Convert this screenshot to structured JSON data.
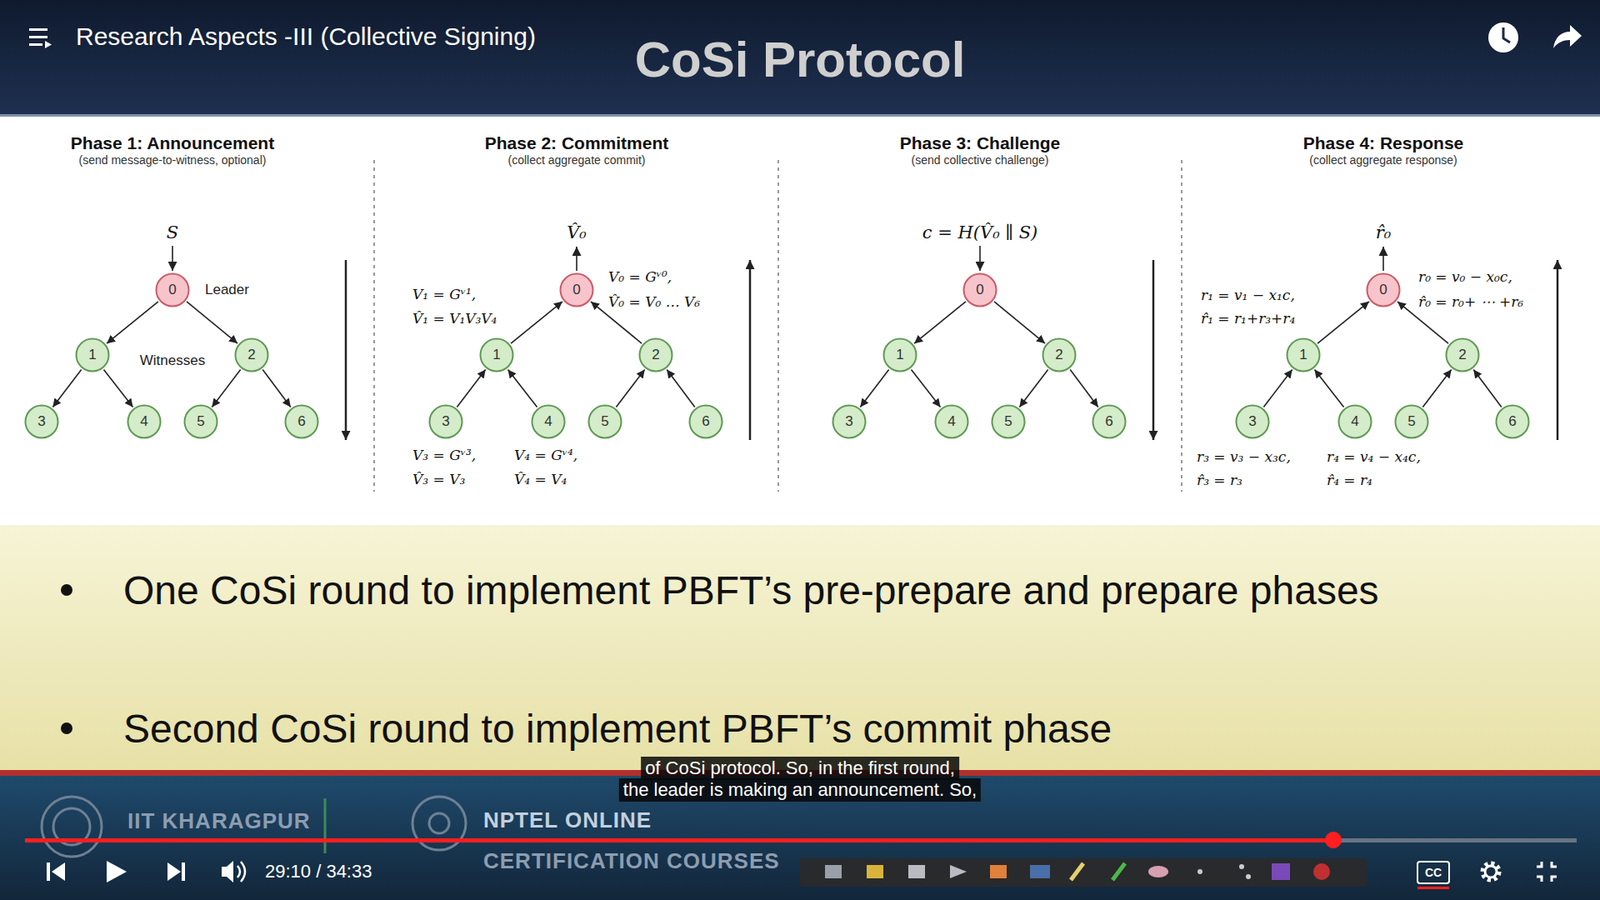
{
  "diagram": {
    "title": "CoSi Protocol",
    "nodes": [
      {
        "text": [
          "Phase 1: Announcement",
          "(send message-to-witness, optional)"
        ]
      },
      {
        "text": [
          "0"
        ],
        "in": 0
      },
      {
        "text": [
          "1"
        ],
        "in": 0
      },
      {
        "text": [
          "2"
        ],
        "in": 0
      },
      {
        "text": [
          "3"
        ],
        "in": 0
      },
      {
        "text": [
          "4"
        ],
        "in": 0
      },
      {
        "text": [
          "5"
        ],
        "in": 0
      },
      {
        "text": [
          "6"
        ],
        "in": 0
      },
      {
        "text": [
          "Phase 2: Commitment",
          "(collect aggregate commit)"
        ]
      },
      {
        "text": [
          "0"
        ],
        "in": 8
      },
      {
        "text": [
          "1"
        ],
        "in": 8
      },
      {
        "text": [
          "2"
        ],
        "in": 8
      },
      {
        "text": [
          "3"
        ],
        "in": 8
      },
      {
        "text": [
          "4"
        ],
        "in": 8
      },
      {
        "text": [
          "5"
        ],
        "in": 8
      },
      {
        "text": [
          "6"
        ],
        "in": 8
      },
      {
        "text": [
          "Phase 3: Challenge",
          "(send collective challenge)"
        ]
      },
      {
        "text": [
          "0"
        ],
        "in": 16
      },
      {
        "text": [
          "1"
        ],
        "in": 16
      },
      {
        "text": [
          "2"
        ],
        "in": 16
      },
      {
        "text": [
          "3"
        ],
        "in": 16
      },
      {
        "text": [
          "4"
        ],
        "in": 16
      },
      {
        "text": [
          "5"
        ],
        "in": 16
      },
      {
        "text": [
          "6"
        ],
        "in": 16
      },
      {
        "text": [
          "Phase 4: Response",
          "(collect aggregate response)"
        ]
      },
      {
        "text": [
          "0"
        ],
        "in": 24
      },
      {
        "text": [
          "1"
        ],
        "in": 24
      },
      {
        "text": [
          "2"
        ],
        "in": 24
      },
      {
        "text": [
          "3"
        ],
        "in": 24
      },
      {
        "text": [
          "4"
        ],
        "in": 24
      },
      {
        "text": [
          "5"
        ],
        "in": 24
      },
      {
        "text": [
          "6"
        ],
        "in": 24
      }
    ],
    "edges": [
      {
        "from": 1,
        "to": 2,
        "arrow": "to"
      },
      {
        "from": 1,
        "to": 3,
        "arrow": "to"
      },
      {
        "from": 2,
        "to": 4,
        "arrow": "to"
      },
      {
        "from": 2,
        "to": 5,
        "arrow": "to"
      },
      {
        "from": 3,
        "to": 6,
        "arrow": "to"
      },
      {
        "from": 3,
        "to": 7,
        "arrow": "to"
      },
      {
        "from": 10,
        "to": 9,
        "arrow": "to"
      },
      {
        "from": 11,
        "to": 9,
        "arrow": "to"
      },
      {
        "from": 12,
        "to": 10,
        "arrow": "to"
      },
      {
        "from": 13,
        "to": 10,
        "arrow": "to"
      },
      {
        "from": 14,
        "to": 11,
        "arrow": "to"
      },
      {
        "from": 15,
        "to": 11,
        "arrow": "to"
      },
      {
        "from": 17,
        "to": 18,
        "arrow": "to"
      },
      {
        "from": 17,
        "to": 19,
        "arrow": "to"
      },
      {
        "from": 18,
        "to": 20,
        "arrow": "to"
      },
      {
        "from": 18,
        "to": 21,
        "arrow": "to"
      },
      {
        "from": 19,
        "to": 22,
        "arrow": "to"
      },
      {
        "from": 19,
        "to": 23,
        "arrow": "to"
      },
      {
        "from": 26,
        "to": 25,
        "arrow": "to"
      },
      {
        "from": 27,
        "to": 25,
        "arrow": "to"
      },
      {
        "from": 28,
        "to": 26,
        "arrow": "to"
      },
      {
        "from": 29,
        "to": 26,
        "arrow": "to"
      },
      {
        "from": 30,
        "to": 27,
        "arrow": "to"
      },
      {
        "from": 31,
        "to": 27,
        "arrow": "to"
      }
    ],
    "labels": [
      "Research Aspects -III (Collective Signing)",
      "S",
      "Leader",
      "Witnesses",
      "V̂₀",
      "V₁ = Gᵛ¹,",
      "V̂₁ = V₁V₃V₄",
      "V₀ = Gᵛ⁰,",
      "V̂₀ = V₀ … V₆",
      "V₃ = Gᵛ³,",
      "V̂₃ = V₃",
      "V₄ = Gᵛ⁴,",
      "V̂₄ = V₄",
      "c = H(V̂₀ ∥ S)",
      "r̂₀",
      "r₁ = v₁ − x₁c,",
      "r̂₁ = r₁+r₃+r₄",
      "r₀ = v₀ − x₀c,",
      "r̂₀ = r₀+ ⋯ +r₆",
      "r₃ = v₃ − x₃c,",
      "r̂₃ = r₃",
      "r₄ = v₄ − x₄c,",
      "r̂₄ = r₄",
      "One CoSi round to implement PBFT’s pre-prepare and prepare phases",
      "Second CoSi round to implement PBFT’s commit phase",
      "of CoSi protocol. So, in the first round,",
      "the leader is making an announcement. So,",
      "IIT KHARAGPUR",
      "NPTEL ONLINE",
      "CERTIFICATION COURSES",
      "29:10 / 34:33",
      "CC"
    ]
  }
}
